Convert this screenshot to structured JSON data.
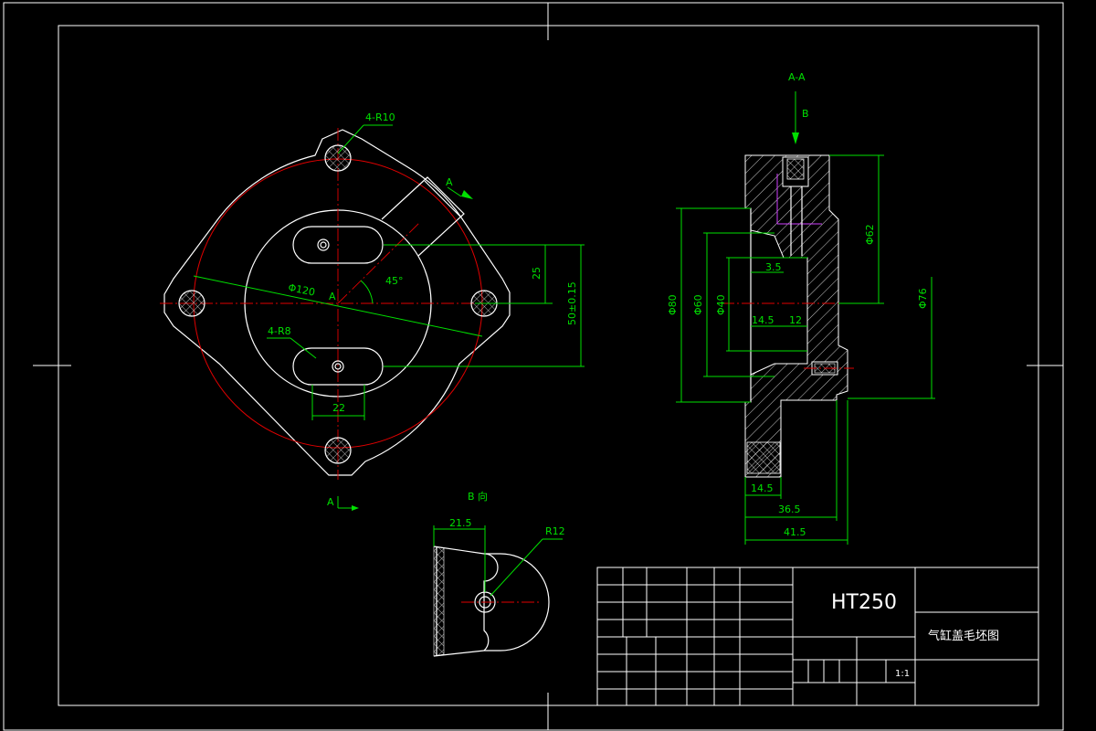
{
  "section_label": "A-A",
  "view_label": "B",
  "view_b_label": "B 向",
  "cut_label_top": "A",
  "cut_label_bottom": "A",
  "center_label": "A",
  "front_view": {
    "dim_hole_r10": "4-R10",
    "dim_slot_r8": "4-R8",
    "dim_dia120": "Φ120",
    "dim_angle": "45°",
    "dim_slot_width": "22",
    "dim_offset_25": "25",
    "dim_50": "50±0.15"
  },
  "section_view": {
    "dim_dia80": "Φ80",
    "dim_dia60": "Φ60",
    "dim_dia40": "Φ40",
    "dim_dia62": "Φ62",
    "dim_dia76": "Φ76",
    "dim_3_5": "3.5",
    "dim_14_5_inner": "14.5",
    "dim_12": "12",
    "dim_14_5_bottom": "14.5",
    "dim_36_5": "36.5",
    "dim_41_5": "41.5"
  },
  "b_view": {
    "dim_21_5": "21.5",
    "dim_r12": "R12"
  },
  "title_block": {
    "material": "HT250",
    "part_name": "气缸盖毛坯图",
    "scale": "1:1"
  }
}
